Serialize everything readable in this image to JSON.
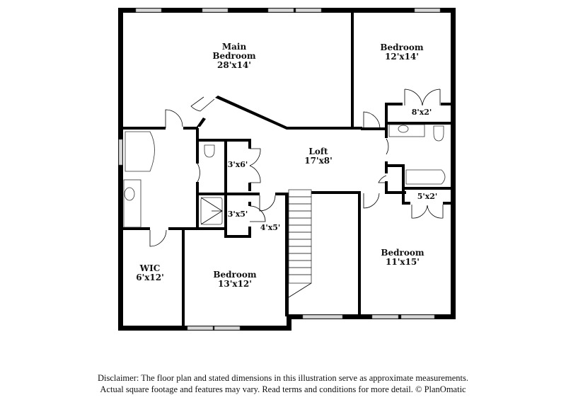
{
  "floor_plan": {
    "rooms": [
      {
        "id": "main-bedroom",
        "name_line1": "Main",
        "name_line2": "Bedroom",
        "dimensions": "28'x14'"
      },
      {
        "id": "bedroom-ne",
        "name": "Bedroom",
        "dimensions": "12'x14'"
      },
      {
        "id": "closet-ne",
        "dimensions": "8'x2'"
      },
      {
        "id": "loft",
        "name": "Loft",
        "dimensions": "17'x8'"
      },
      {
        "id": "closet-3x6",
        "dimensions": "3'x6'"
      },
      {
        "id": "closet-3x5",
        "dimensions": "3'x5'"
      },
      {
        "id": "hall-4x5",
        "dimensions": "4'x5'"
      },
      {
        "id": "closet-5x2",
        "dimensions": "5'x2'"
      },
      {
        "id": "wic",
        "name": "WIC",
        "dimensions": "6'x12'"
      },
      {
        "id": "bedroom-sw",
        "name": "Bedroom",
        "dimensions": "13'x12'"
      },
      {
        "id": "bedroom-se",
        "name": "Bedroom",
        "dimensions": "11'x15'"
      }
    ]
  },
  "disclaimer": {
    "line1": "Disclaimer: The floor plan and stated dimensions in this illustration serve as approximate measurements.",
    "line2": "Actual square footage and features may vary. Read terms and conditions for more detail. © PlanOmatic"
  },
  "colors": {
    "wall": "#000000",
    "window": "#d8d8d8",
    "background": "#ffffff"
  }
}
